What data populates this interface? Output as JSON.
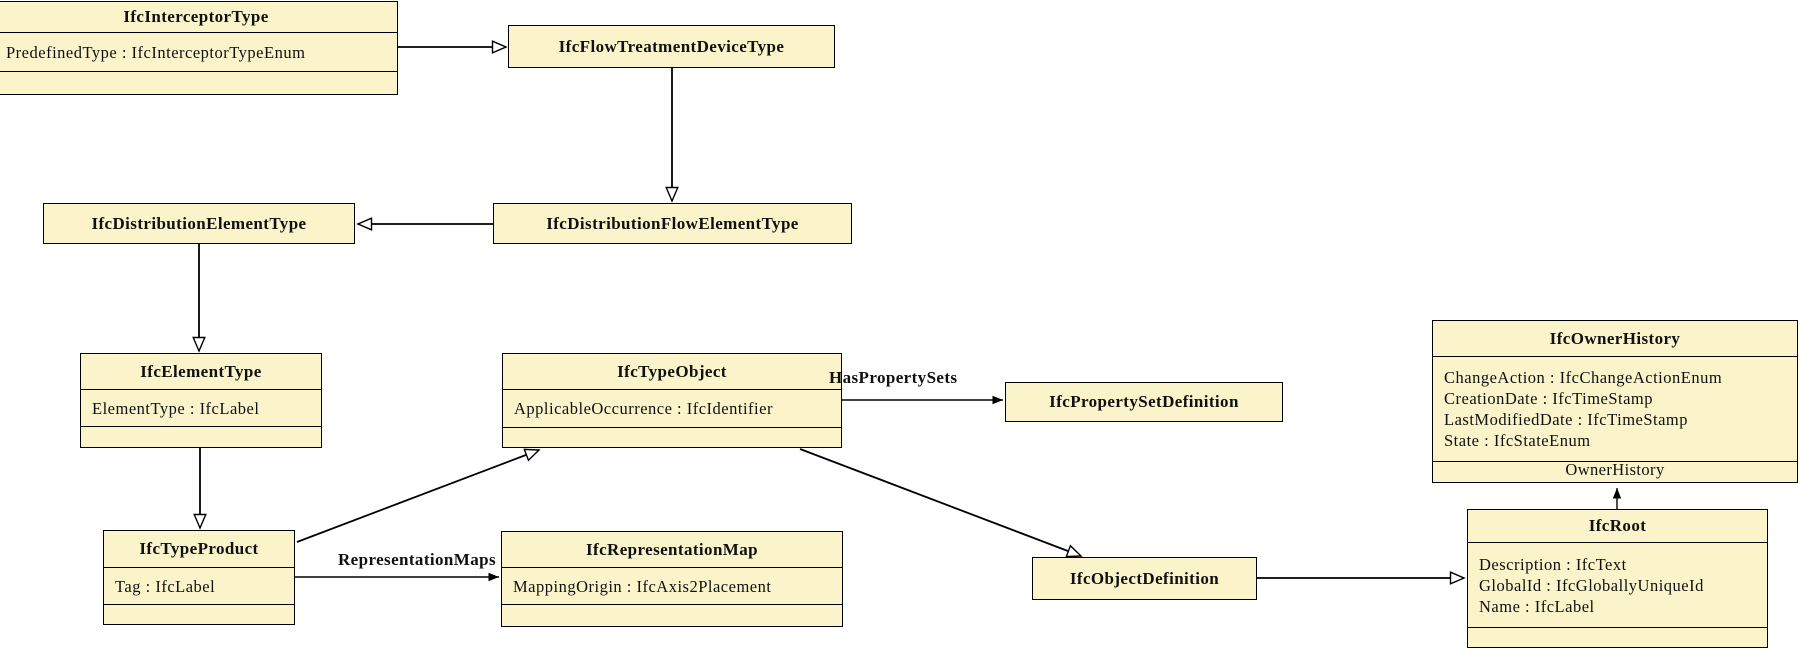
{
  "diagram_type": "UML class diagram (IFC type hierarchy)",
  "colors": {
    "background": "#FFFFFF",
    "box_fill": "#FBF4CB",
    "border": "#000000",
    "line": "#000000"
  },
  "classes": [
    {
      "name": "IfcInterceptorType",
      "attributes": [
        "PredefinedType : IfcInterceptorTypeEnum"
      ]
    },
    {
      "name": "IfcFlowTreatmentDeviceType",
      "attributes": []
    },
    {
      "name": "IfcDistributionFlowElementType",
      "attributes": []
    },
    {
      "name": "IfcDistributionElementType",
      "attributes": []
    },
    {
      "name": "IfcElementType",
      "attributes": [
        "ElementType : IfcLabel"
      ]
    },
    {
      "name": "IfcTypeObject",
      "attributes": [
        "ApplicableOccurrence : IfcIdentifier"
      ]
    },
    {
      "name": "IfcPropertySetDefinition",
      "attributes": []
    },
    {
      "name": "IfcOwnerHistory",
      "attributes": [
        "ChangeAction : IfcChangeActionEnum",
        "CreationDate : IfcTimeStamp",
        "LastModifiedDate : IfcTimeStamp",
        "State : IfcStateEnum"
      ]
    },
    {
      "name": "IfcTypeProduct",
      "attributes": [
        "Tag : IfcLabel"
      ]
    },
    {
      "name": "IfcRepresentationMap",
      "attributes": [
        "MappingOrigin : IfcAxis2Placement"
      ]
    },
    {
      "name": "IfcObjectDefinition",
      "attributes": []
    },
    {
      "name": "IfcRoot",
      "attributes": [
        "Description : IfcText",
        "GlobalId : IfcGloballyUniqueId",
        "Name : IfcLabel"
      ]
    }
  ],
  "edge_labels": {
    "has_property_sets": "HasPropertySets",
    "representation_maps": "RepresentationMaps",
    "owner_history": "OwnerHistory"
  },
  "relationships": [
    {
      "from": "IfcInterceptorType",
      "to": "IfcFlowTreatmentDeviceType",
      "type": "generalization"
    },
    {
      "from": "IfcFlowTreatmentDeviceType",
      "to": "IfcDistributionFlowElementType",
      "type": "generalization"
    },
    {
      "from": "IfcDistributionFlowElementType",
      "to": "IfcDistributionElementType",
      "type": "generalization"
    },
    {
      "from": "IfcDistributionElementType",
      "to": "IfcElementType",
      "type": "generalization"
    },
    {
      "from": "IfcElementType",
      "to": "IfcTypeProduct",
      "type": "generalization"
    },
    {
      "from": "IfcTypeProduct",
      "to": "IfcTypeObject",
      "type": "generalization"
    },
    {
      "from": "IfcTypeObject",
      "to": "IfcObjectDefinition",
      "type": "generalization"
    },
    {
      "from": "IfcObjectDefinition",
      "to": "IfcRoot",
      "type": "generalization"
    },
    {
      "from": "IfcTypeObject",
      "to": "IfcPropertySetDefinition",
      "type": "association",
      "label": "HasPropertySets"
    },
    {
      "from": "IfcTypeProduct",
      "to": "IfcRepresentationMap",
      "type": "association",
      "label": "RepresentationMaps"
    },
    {
      "from": "IfcRoot",
      "to": "IfcOwnerHistory",
      "type": "association",
      "label": "OwnerHistory"
    }
  ]
}
